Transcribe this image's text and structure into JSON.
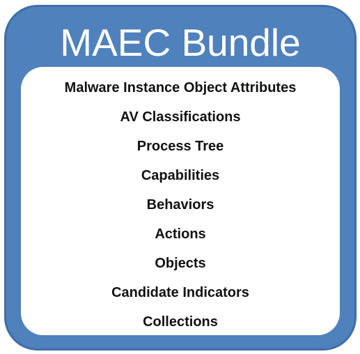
{
  "bundle": {
    "title": "MAEC Bundle",
    "components": [
      "Malware Instance Object Attributes",
      "AV Classifications",
      "Process Tree",
      "Capabilities",
      "Behaviors",
      "Actions",
      "Objects",
      "Candidate Indicators",
      "Collections"
    ]
  },
  "colors": {
    "frame": "#4f81bd",
    "frame_border": "#3f6ea8",
    "panel": "#ffffff",
    "title_text": "#ffffff",
    "item_text": "#111111"
  }
}
